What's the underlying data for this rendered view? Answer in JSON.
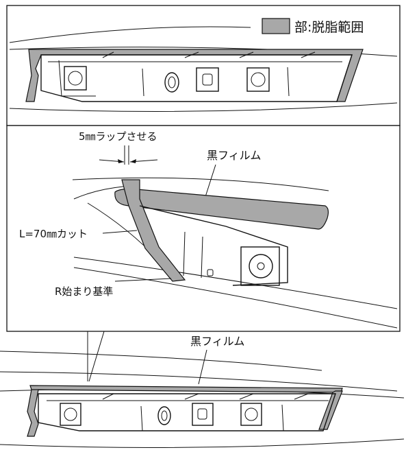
{
  "top_panel": {
    "legend_label": "部:脱脂範囲"
  },
  "detail_panel": {
    "overlap_label": "5㎜ラップさせる",
    "film_label": "黒フィルム",
    "cut_label": "L=70㎜カット",
    "radius_label": "R始まり基準"
  },
  "bottom_view": {
    "film_label": "黒フィルム"
  }
}
